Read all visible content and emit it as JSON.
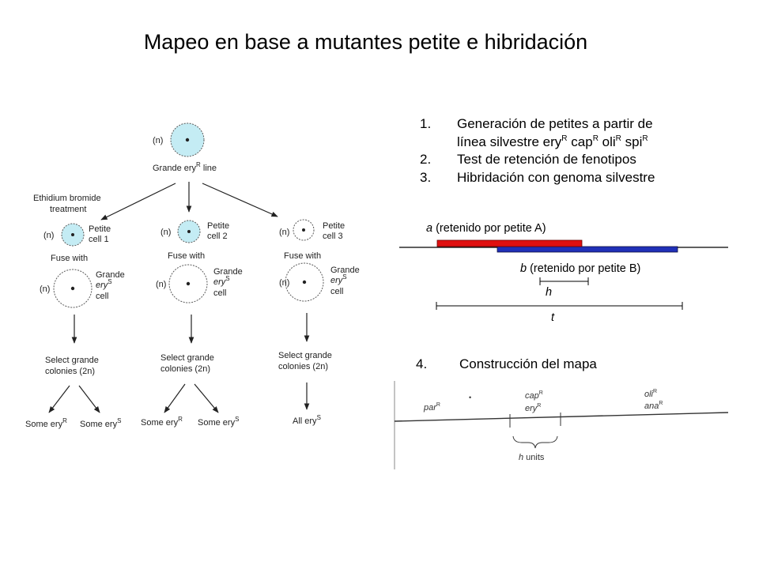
{
  "title": "Mapeo en base a mutantes petite e hibridación",
  "colors": {
    "cell_fill": "#c4ecf4",
    "segment_a": "#e01010",
    "segment_b": "#2030b8"
  },
  "steps": [
    {
      "num": "1.",
      "line1": "Generación de petites a partir de",
      "line2_prefix": "línea silvestre ",
      "genes": [
        "ery",
        "cap",
        "oli",
        "spi"
      ],
      "sup": "R"
    },
    {
      "num": "2.",
      "text": "Test de retención de fenotipos"
    },
    {
      "num": "3.",
      "text": "Hibridación con genoma silvestre"
    },
    {
      "num": "4.",
      "text": "Construcción del mapa"
    }
  ],
  "segments": {
    "a_letter": "a",
    "a_text": " (retenido por petite A)",
    "b_letter": "b",
    "b_text": " (retenido por petite B)",
    "h_label": "h",
    "t_label": "t"
  },
  "schematic": {
    "top_n": "(n)",
    "grande_line": "Grande ery",
    "grande_line_sup": "R",
    "grande_line_suffix": " line",
    "ethidium_1": "Ethidium bromide",
    "ethidium_2": "treatment",
    "columns": [
      {
        "petite_n": "(n)",
        "petite_1": "Petite",
        "petite_2": "cell 1",
        "fuse": "Fuse with",
        "grande_n": "(n)",
        "grande_1": "Grande",
        "grande_2": "ery",
        "grande_2_sup": "S",
        "grande_3": "cell",
        "select_1": "Select grande",
        "select_2": "colonies (2n)",
        "results": [
          {
            "text": "Some ery",
            "sup": "R"
          },
          {
            "text": "Some ery",
            "sup": "S"
          }
        ]
      },
      {
        "petite_n": "(n)",
        "petite_1": "Petite",
        "petite_2": "cell 2",
        "fuse": "Fuse with",
        "grande_n": "(n)",
        "grande_1": "Grande",
        "grande_2": "ery",
        "grande_2_sup": "S",
        "grande_3": "cell",
        "select_1": "Select grande",
        "select_2": "colonies (2n)",
        "results": [
          {
            "text": "Some ery",
            "sup": "R"
          },
          {
            "text": "Some ery",
            "sup": "S"
          }
        ]
      },
      {
        "petite_n": "(n)",
        "petite_1": "Petite",
        "petite_2": "cell 3",
        "fuse": "Fuse with",
        "grande_n": "(n)",
        "grande_1": "Grande",
        "grande_2": "ery",
        "grande_2_sup": "S",
        "grande_3": "cell",
        "select_1": "Select grande",
        "select_2": "colonies (2n)",
        "results": [
          {
            "text": "All ery",
            "sup": "S"
          }
        ]
      }
    ]
  },
  "map": {
    "par": "par",
    "par_sup": "R",
    "cap": "cap",
    "cap_sup": "R",
    "ery": "ery",
    "ery_sup": "R",
    "oli": "oli",
    "oli_sup": "R",
    "ana": "ana",
    "ana_sup": "R",
    "units_h": "h",
    "units_text": " units"
  }
}
